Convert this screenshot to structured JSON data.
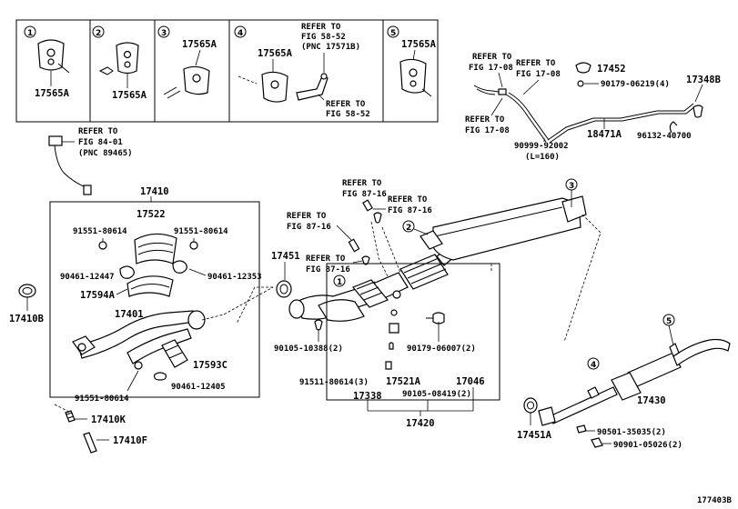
{
  "insets": [
    {
      "num": "1",
      "part": "17565A"
    },
    {
      "num": "2",
      "part": "17565A"
    },
    {
      "num": "3",
      "part": "17565A"
    },
    {
      "num": "4",
      "part": "17565A",
      "ref1": "REFER TO",
      "ref1b": "FIG 58-52",
      "ref1c": "(PNC 17571B)",
      "ref2": "REFER TO",
      "ref2b": "FIG 58-52"
    },
    {
      "num": "5",
      "part": "17565A"
    }
  ],
  "labels": {
    "ref_17_08_a": "REFER TO",
    "ref_17_08_a2": "FIG 17-08",
    "ref_17_08_b": "REFER TO",
    "ref_17_08_b2": "FIG 17-08",
    "ref_17_08_c": "REFER TO",
    "ref_17_08_c2": "FIG 17-08",
    "p17452": "17452",
    "p90179_06219": "90179-06219(4)",
    "p17348B": "17348B",
    "p18471A": "18471A",
    "p90999": "90999-92002",
    "p90999_len": "(L=160)",
    "p96132": "96132-40700",
    "ref_84_01": "REFER TO",
    "ref_84_01b": "FIG 84-01",
    "ref_84_01c": "(PNC 89465)",
    "p17410": "17410",
    "p17522": "17522",
    "p91551_a": "91551-80614",
    "p91551_b": "91551-80614",
    "p90461_12447": "90461-12447",
    "p90461_12353": "90461-12353",
    "p17594A": "17594A",
    "p17401": "17401",
    "p17593C": "17593C",
    "p91551_c": "91551-80614",
    "p90461_12405": "90461-12405",
    "p17410B": "17410B",
    "p17410K": "17410K",
    "p17410F": "17410F",
    "ref_87_16_a": "REFER TO",
    "ref_87_16_a2": "FIG 87-16",
    "ref_87_16_b": "REFER TO",
    "ref_87_16_b2": "FIG 87-16",
    "ref_87_16_c": "REFER TO",
    "ref_87_16_c2": "FIG 87-16",
    "ref_87_16_d": "REFER TO",
    "ref_87_16_d2": "FIG 87-16",
    "p17451": "17451",
    "p90105_10388": "90105-10388(2)",
    "p90179_06007": "90179-06007(2)",
    "p91511": "91511-80614(3)",
    "p17521A": "17521A",
    "p17046": "17046",
    "p17338": "17338",
    "p90105_08419": "90105-08419(2)",
    "p17420": "17420",
    "p17430": "17430",
    "p17451A": "17451A",
    "p90501": "90501-35035(2)",
    "p90901": "90901-05026(2)",
    "c1": "1",
    "c2": "2",
    "c3": "3",
    "c4": "4",
    "c5": "5",
    "diagram_id": "177403B"
  }
}
